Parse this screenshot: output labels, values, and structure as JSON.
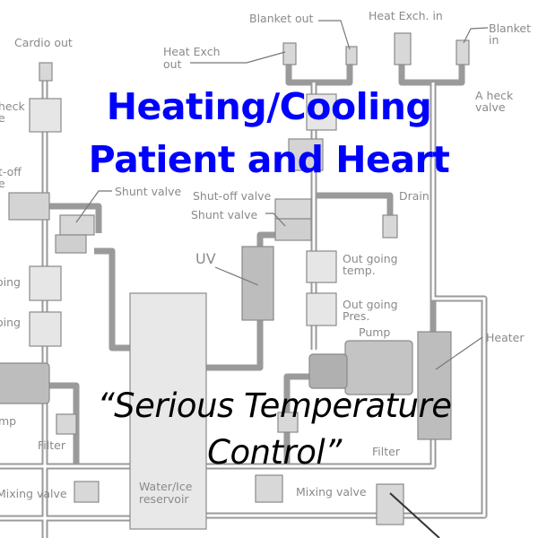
{
  "labels": {
    "cardio_out": "Cardio out",
    "check_valve_left": [
      "heck",
      "e"
    ],
    "shutoff_valve_left": [
      "t-off",
      "e"
    ],
    "shunt_valve_left": "Shunt valve",
    "heat_exch_out": [
      "Heat Exch",
      "out"
    ],
    "blanket_out": "Blanket out",
    "heat_exch_in": "Heat Exch. in",
    "blanket_in": [
      "Blanket",
      "in"
    ],
    "check_valve_center": [
      "A  heck",
      "valve"
    ],
    "shutoff_valve_center": "Shut-off valve",
    "shunt_valve_center": "Shunt valve",
    "drain": "Drain",
    "uv": "UV",
    "outgoing_temp": [
      "Out going",
      "temp."
    ],
    "outgoing_pres": [
      "Out going",
      "Pres."
    ],
    "heater": "Heater",
    "reservoir": [
      "Water/Ice",
      "reservoir"
    ],
    "pump_left_partial": "mp",
    "pump_right": "Pump",
    "outgoing_left_1": "oing",
    "outgoing_left_2": "oing",
    "filter_left": "Filter",
    "filter_right": "Filter",
    "mixing_valve_left": "Mixing valve",
    "mixing_valve_right": "Mixing valve"
  },
  "overlay": {
    "title_line1": "Heating/Cooling",
    "title_line2": "Patient and Heart",
    "quote_line1": "“Serious Temperature",
    "quote_line2": "Control”"
  },
  "colors": {
    "title": "#0000ff",
    "quote": "#000000",
    "diagram_lines": "#8a8a8a"
  }
}
